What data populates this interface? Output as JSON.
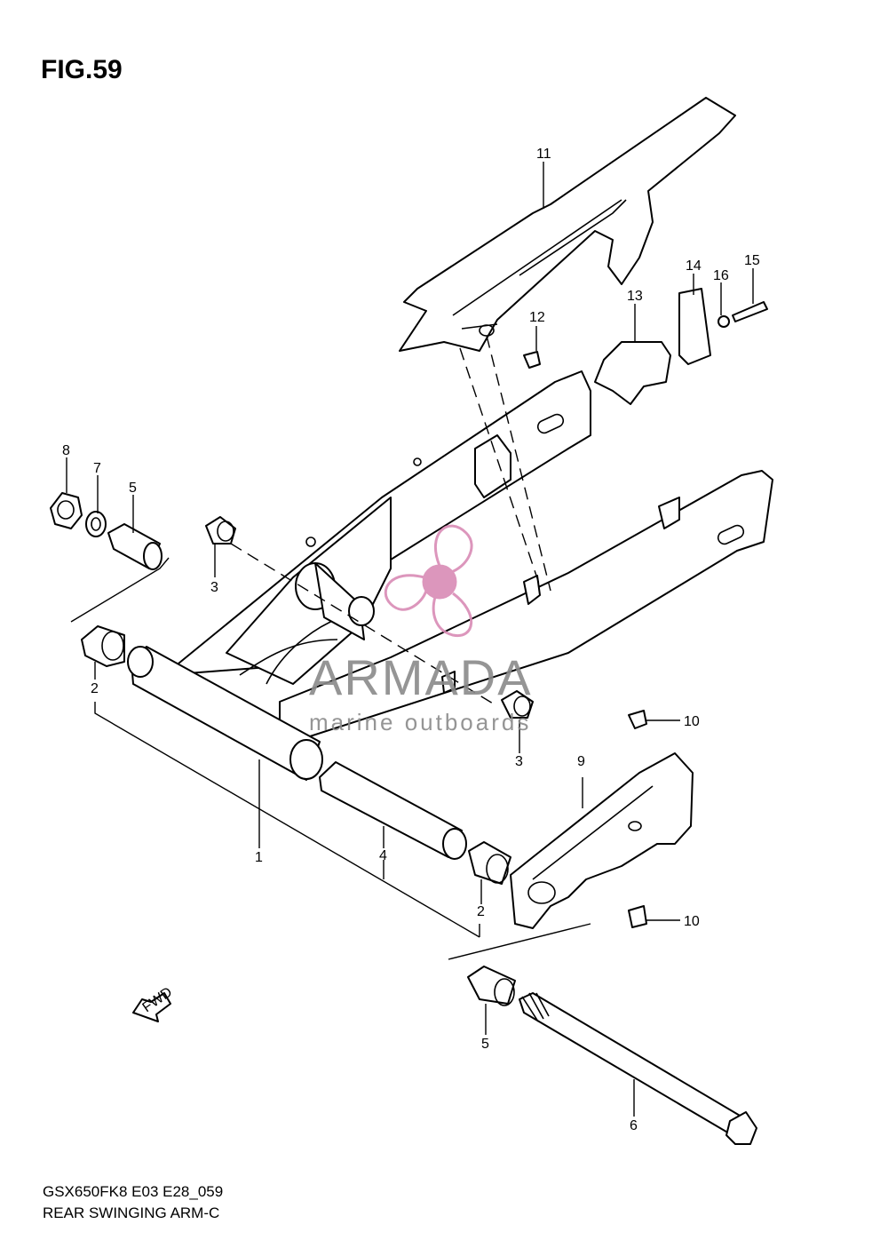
{
  "figure": {
    "title": "FIG.59"
  },
  "footer": {
    "code": "GSX650FK8 E03 E28_059",
    "name": "REAR SWINGING ARM-C"
  },
  "watermark": {
    "brand": "ARMADA",
    "tagline": "marine outboards",
    "logo_color": "#d98bb5",
    "text_color": "#8a8a8a"
  },
  "arrow": {
    "label": "FWD"
  },
  "callouts": {
    "c1": "1",
    "c2a": "2",
    "c2b": "2",
    "c3a": "3",
    "c3b": "3",
    "c4": "4",
    "c5a": "5",
    "c5b": "5",
    "c6": "6",
    "c7": "7",
    "c8": "8",
    "c9": "9",
    "c10a": "10",
    "c10b": "10",
    "c11": "11",
    "c12": "12",
    "c13": "13",
    "c14": "14",
    "c15": "15",
    "c16": "16"
  }
}
